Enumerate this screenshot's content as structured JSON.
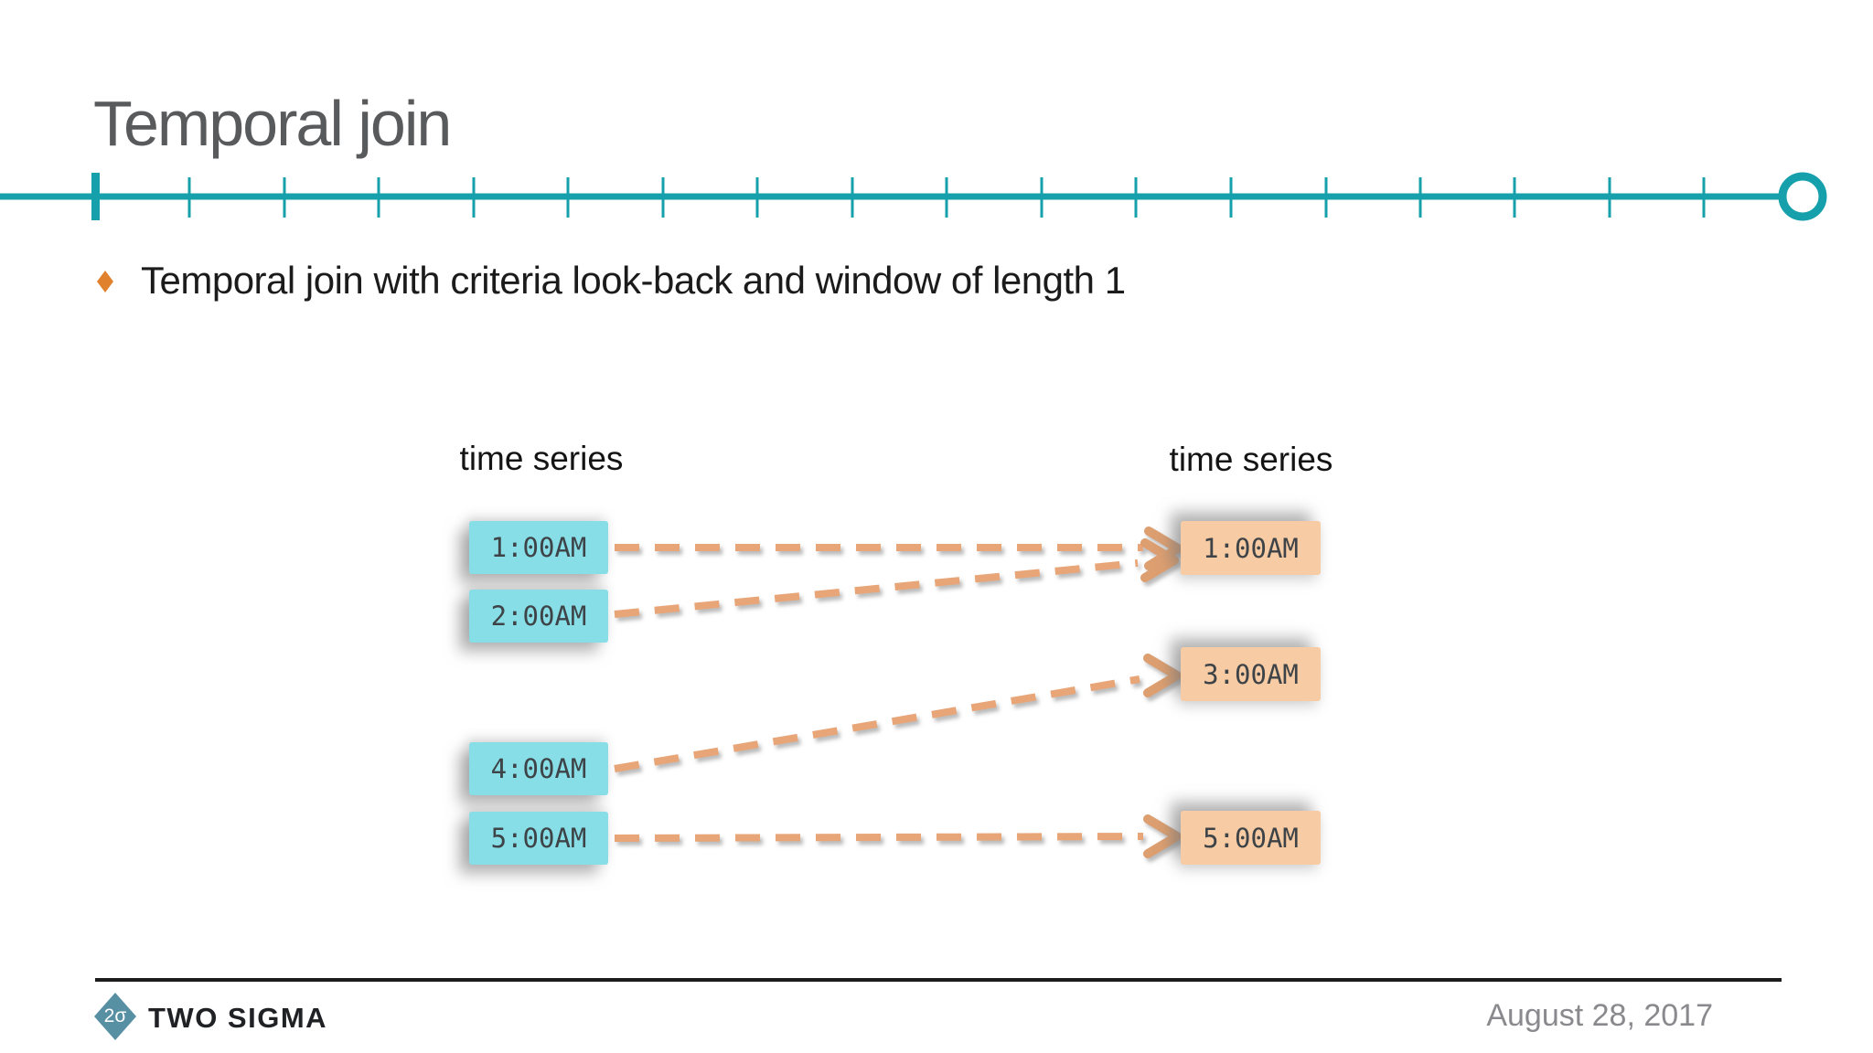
{
  "slide": {
    "title": "Temporal join",
    "bullet": "Temporal join with criteria look-back and window of length 1",
    "diagram": {
      "left_series": {
        "label": "time series",
        "rows": [
          "1:00AM",
          "2:00AM",
          "4:00AM",
          "5:00AM"
        ]
      },
      "right_series": {
        "label": "time series",
        "rows": [
          "1:00AM",
          "3:00AM",
          "5:00AM"
        ]
      },
      "joins": [
        {
          "from": "1:00AM",
          "to": "1:00AM"
        },
        {
          "from": "2:00AM",
          "to": "1:00AM"
        },
        {
          "from": "4:00AM",
          "to": "3:00AM"
        },
        {
          "from": "5:00AM",
          "to": "5:00AM"
        }
      ],
      "join_type": "look-back, window length 1",
      "arrow_style": "dashed"
    },
    "footer": {
      "logo_monogram": "2σ",
      "brand": "TWO SIGMA",
      "date": "August 28, 2017"
    }
  },
  "colors": {
    "timeline_teal": "#16a0ab",
    "title_gray": "#595a5c",
    "left_box_fill": "#87dee6",
    "right_box_fill": "#f7cba3",
    "arrow_orange": "#e8a577",
    "arrowhead_orange": "#dd9f70",
    "bullet_diamond_orange": "#e0812e",
    "logo_diamond_teal": "#578fa3",
    "text_dark": "#1b1b1b"
  }
}
